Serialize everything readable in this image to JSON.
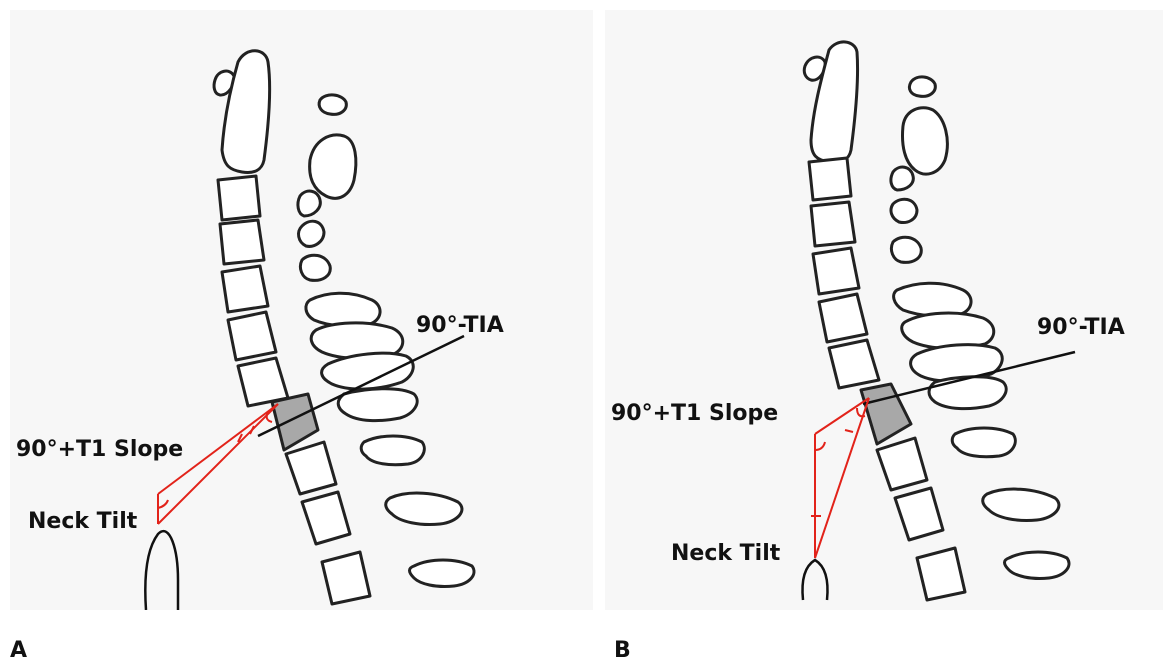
{
  "panels": {
    "a": {
      "letter": "A",
      "labels": {
        "tia": "90°-TIA",
        "t1_slope": "90°+T1 Slope",
        "neck_tilt": "Neck Tilt"
      }
    },
    "b": {
      "letter": "B",
      "labels": {
        "tia": "90°-TIA",
        "t1_slope": "90°+T1 Slope",
        "neck_tilt": "Neck Tilt"
      }
    }
  },
  "colors": {
    "panel_bg": "#f7f7f7",
    "outline": "#222222",
    "t1_fill": "#a8a8a8",
    "angle_lines": "#e2231a"
  }
}
